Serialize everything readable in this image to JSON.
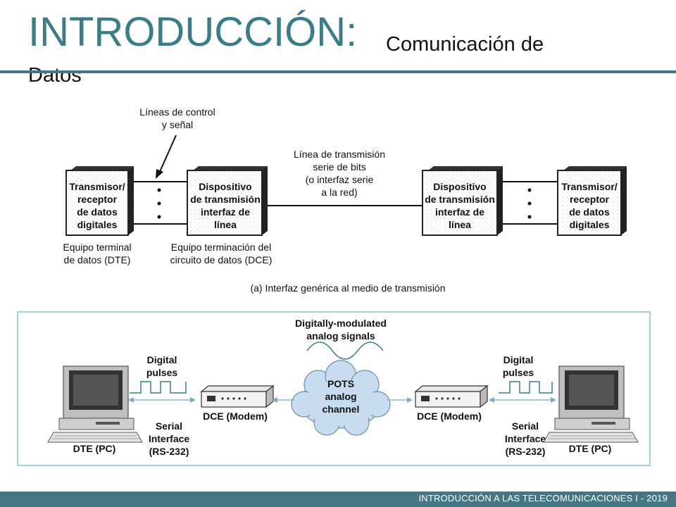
{
  "title": {
    "main": "INTRODUCCIÓN:",
    "sub_line1": "Comunicación de",
    "sub_line2": "Datos"
  },
  "diagram_a": {
    "control_label": [
      "Líneas de control",
      "y señal"
    ],
    "line_label": [
      "Línea de transmisión",
      "serie de bits",
      "(o interfaz serie",
      "a la red)"
    ],
    "dte_box": [
      "Transmisor/",
      "receptor",
      "de datos",
      "digitales"
    ],
    "dce_box": [
      "Dispositivo",
      "de transmisión",
      "interfaz de",
      "línea"
    ],
    "dte_caption": [
      "Equipo terminal",
      "de datos (DTE)"
    ],
    "dce_caption": [
      "Equipo terminación del",
      "circuito de datos (DCE)"
    ],
    "caption": "(a) Interfaz genérica al medio de transmisión"
  },
  "diagram_b": {
    "signal_label": [
      "Digitally-modulated",
      "analog signals"
    ],
    "pulses_label": [
      "Digital",
      "pulses"
    ],
    "cloud_label": [
      "POTS",
      "analog",
      "channel"
    ],
    "dte_label": "DTE (PC)",
    "dce_label": "DCE (Modem)",
    "serial_label": [
      "Serial",
      "Interface",
      "(RS-232)"
    ]
  },
  "footer": "INTRODUCCIÓN A LAS TELECOMUNICACIONES I - 2019",
  "colors": {
    "accent": "#3a7d86",
    "bar": "#447684",
    "panel_border": "#7fc4d8",
    "cloud": "#c9dcef"
  }
}
